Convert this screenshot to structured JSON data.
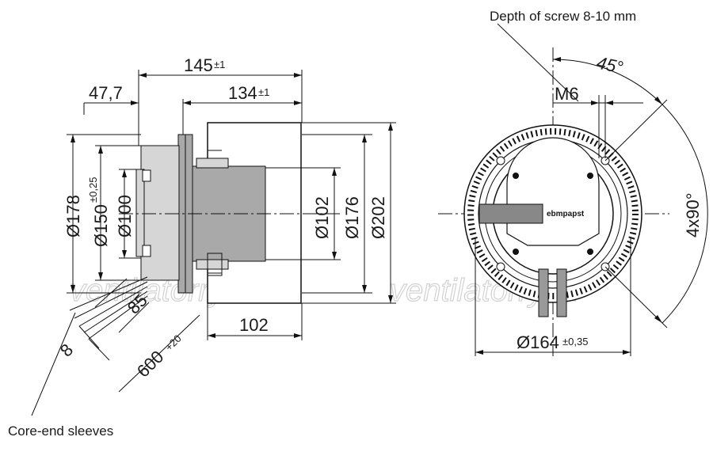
{
  "annotations": {
    "depth_of_screw": "Depth of screw 8-10 mm",
    "core_end_sleeves": "Core-end sleeves",
    "thread": "M6",
    "angle": "45°",
    "hole_pattern": "4x90°"
  },
  "side_view": {
    "overall_length": "145",
    "overall_length_tol": "±1",
    "body_length": "134",
    "body_length_tol": "±1",
    "flange_offset": "47,7",
    "dia_178": "Ø178",
    "dia_150": "Ø150",
    "dia_150_tol": "±0,25",
    "dia_100": "Ø100",
    "dia_102": "Ø102",
    "dia_176": "Ø176",
    "dia_202": "Ø202",
    "impeller_width": "102",
    "cable_85": "85",
    "cable_8": "8",
    "cable_600": "600",
    "cable_600_tol": "+20"
  },
  "front_view": {
    "dia_164": "Ø164",
    "dia_164_tol": "±0,35",
    "brand": "ebmpapst"
  },
  "watermark": {
    "left": "ventilatorry.ru",
    "right": "ventilatorry.ru"
  }
}
